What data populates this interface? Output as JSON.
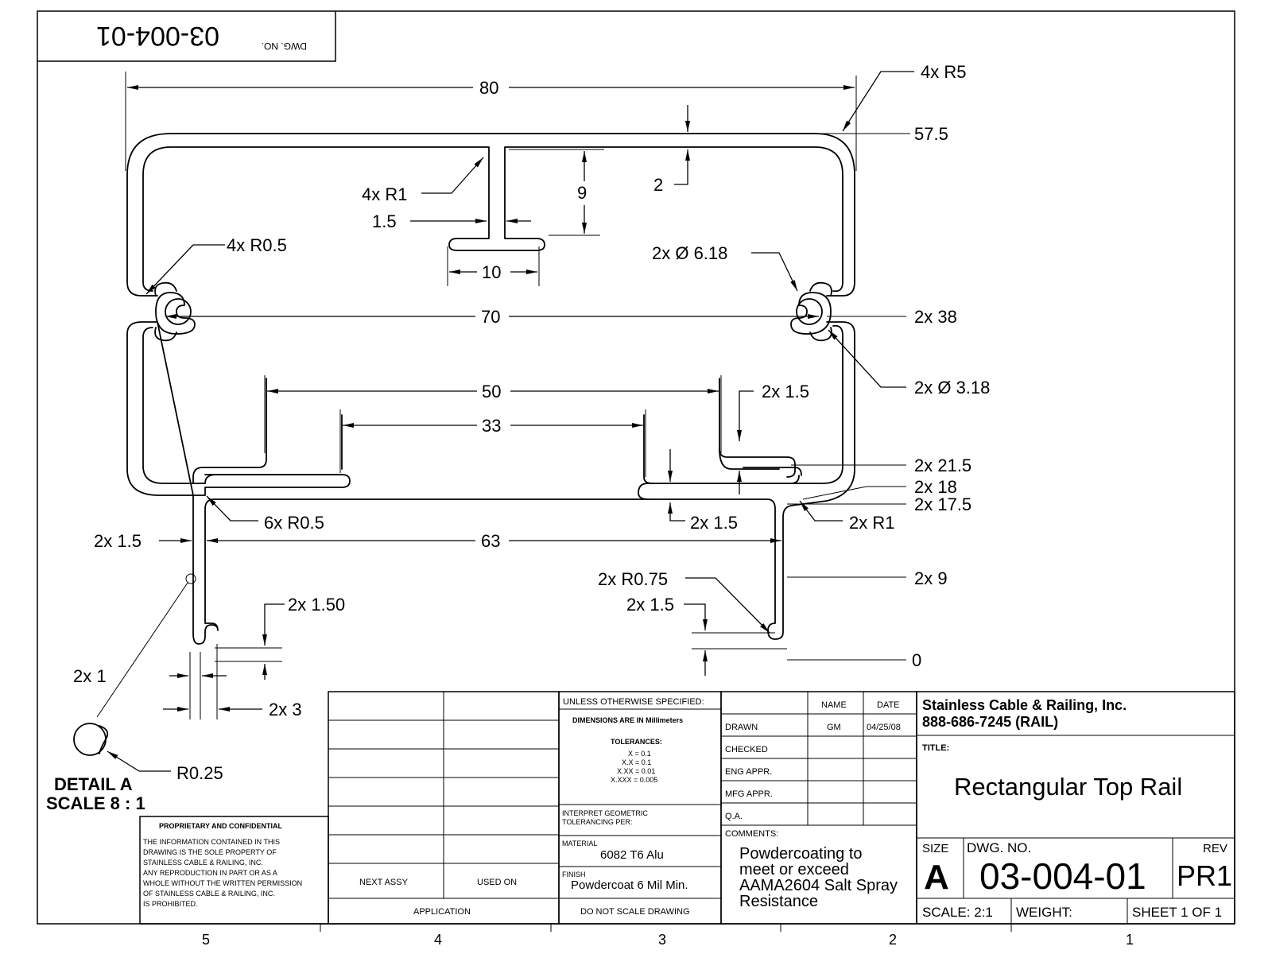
{
  "header_box": {
    "dwg_no": "03-004-01",
    "label": "DWG. NO."
  },
  "dimensions": {
    "d80": "80",
    "r5": "4x R5",
    "d57_5": "57.5",
    "d2": "2",
    "d9": "9",
    "r1_4x": "4x R1",
    "d1_5": "1.5",
    "d10": "10",
    "r0_5_4x": "4x R0.5",
    "dia618": "2x Ø 6.18",
    "d70": "70",
    "d38": "2x 38",
    "dia318": "2x Ø 3.18",
    "d50": "50",
    "d1_5_top": "2x 1.5",
    "d33": "33",
    "d21_5": "2x 21.5",
    "d18": "2x 18",
    "d17_5": "2x 17.5",
    "r0_5_6x": "6x R0.5",
    "d1_5_mid": "2x 1.5",
    "r1_2x": "2x R1",
    "d1_5_left": "2x 1.5",
    "d63": "63",
    "r0_75": "2x R0.75",
    "d9_right": "2x 9",
    "d1_50": "2x 1.50",
    "d1_5_low": "2x 1.5",
    "d0": "0",
    "d1": "2x 1",
    "d3": "2x 3",
    "r0_25": "R0.25"
  },
  "detail": {
    "title": "DETAIL A",
    "scale": "SCALE 8 : 1"
  },
  "proprietary": {
    "heading": "PROPRIETARY AND CONFIDENTIAL",
    "lines": [
      "THE INFORMATION CONTAINED IN THIS",
      "DRAWING IS THE SOLE PROPERTY OF",
      "STAINLESS CABLE & RAILING, INC.",
      "ANY REPRODUCTION IN PART OR AS A",
      "WHOLE WITHOUT THE WRITTEN PERMISSION",
      "OF STAINLESS CABLE & RAILING, INC.",
      "IS PROHIBITED."
    ]
  },
  "application": {
    "next_assy": "NEXT ASSY",
    "used_on": "USED ON",
    "label": "APPLICATION"
  },
  "spec": {
    "unless": "UNLESS OTHERWISE SPECIFIED:",
    "dims": "DIMENSIONS ARE IN Millimeters",
    "tolerances": "TOLERANCES:",
    "tol1": "X = 0.1",
    "tol2": "X.X = 0.1",
    "tol3": "X.XX = 0.01",
    "tol4": "X.XXX = 0.005",
    "interpret1": "INTERPRET GEOMETRIC",
    "interpret2": "TOLERANCING PER:",
    "material_label": "MATERIAL",
    "material": "6082 T6 Alu",
    "finish_label": "FINISH",
    "finish": "Powdercoat 6 Mil Min.",
    "no_scale": "DO NOT SCALE DRAWING"
  },
  "approvals": {
    "name_header": "NAME",
    "date_header": "DATE",
    "drawn": "DRAWN",
    "drawn_name": "GM",
    "drawn_date": "04/25/08",
    "checked": "CHECKED",
    "eng": "ENG APPR.",
    "mfg": "MFG APPR.",
    "qa": "Q.A.",
    "comments_label": "COMMENTS:",
    "comments": [
      "Powdercoating to",
      "meet or exceed",
      "AAMA2604 Salt Spray",
      "Resistance"
    ]
  },
  "company": {
    "name": "Stainless Cable & Railing, Inc.",
    "phone": "888-686-7245 (RAIL)"
  },
  "title_block": {
    "title_label": "TITLE:",
    "title": "Rectangular Top Rail",
    "size_label": "SIZE",
    "size": "A",
    "dwg_label": "DWG. NO.",
    "dwg_no": "03-004-01",
    "rev_label": "REV",
    "rev": "PR1",
    "scale": "SCALE: 2:1",
    "weight": "WEIGHT:",
    "sheet": "SHEET 1 OF 1"
  },
  "zones": [
    "5",
    "4",
    "3",
    "2",
    "1"
  ]
}
